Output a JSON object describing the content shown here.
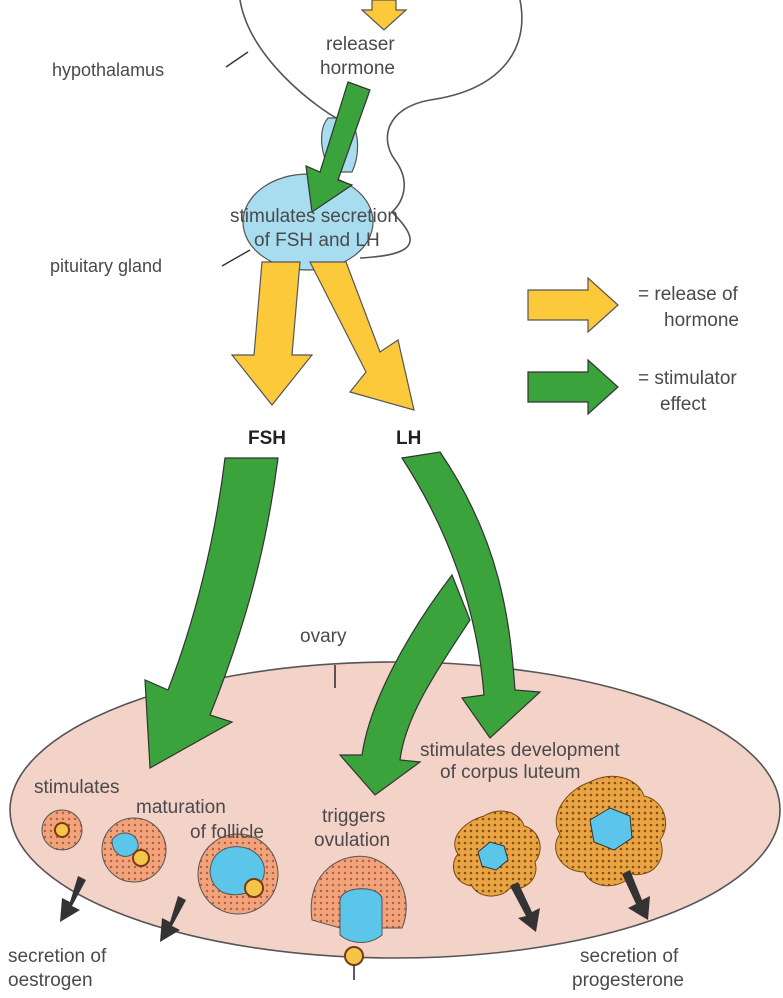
{
  "labels": {
    "releaser_hormone_1": "releaser",
    "releaser_hormone_2": "hormone",
    "hypothalamus": "hypothalamus",
    "pituitary_gland": "pituitary gland",
    "stimulates_secretion_1": "stimulates secretion",
    "stimulates_secretion_2": "of FSH and LH",
    "fsh": "FSH",
    "lh": "LH",
    "ovary": "ovary",
    "stimulates_maturation_1": "stimulates",
    "stimulates_maturation_2": "maturation",
    "stimulates_maturation_3": "of follicle",
    "triggers_ovulation_1": "triggers",
    "triggers_ovulation_2": "ovulation",
    "corpus_luteum_1": "stimulates development",
    "corpus_luteum_2": "of corpus luteum",
    "secretion_oestrogen_1": "secretion of",
    "secretion_oestrogen_2": "oestrogen",
    "secretion_progesterone_1": "secretion of",
    "secretion_progesterone_2": "progesterone"
  },
  "legend": {
    "release_1": "= release of",
    "release_2": "hormone",
    "stimulator_1": "= stimulator",
    "stimulator_2": "effect"
  },
  "colors": {
    "hormone_arrow": "#fcc93a",
    "stimulator_arrow": "#3aa33c",
    "pituitary": "#a8dcef",
    "ovary": "#f3d2c8",
    "follicle_fluid": "#5cc6ea",
    "corpus_luteum": "#e8a040"
  }
}
